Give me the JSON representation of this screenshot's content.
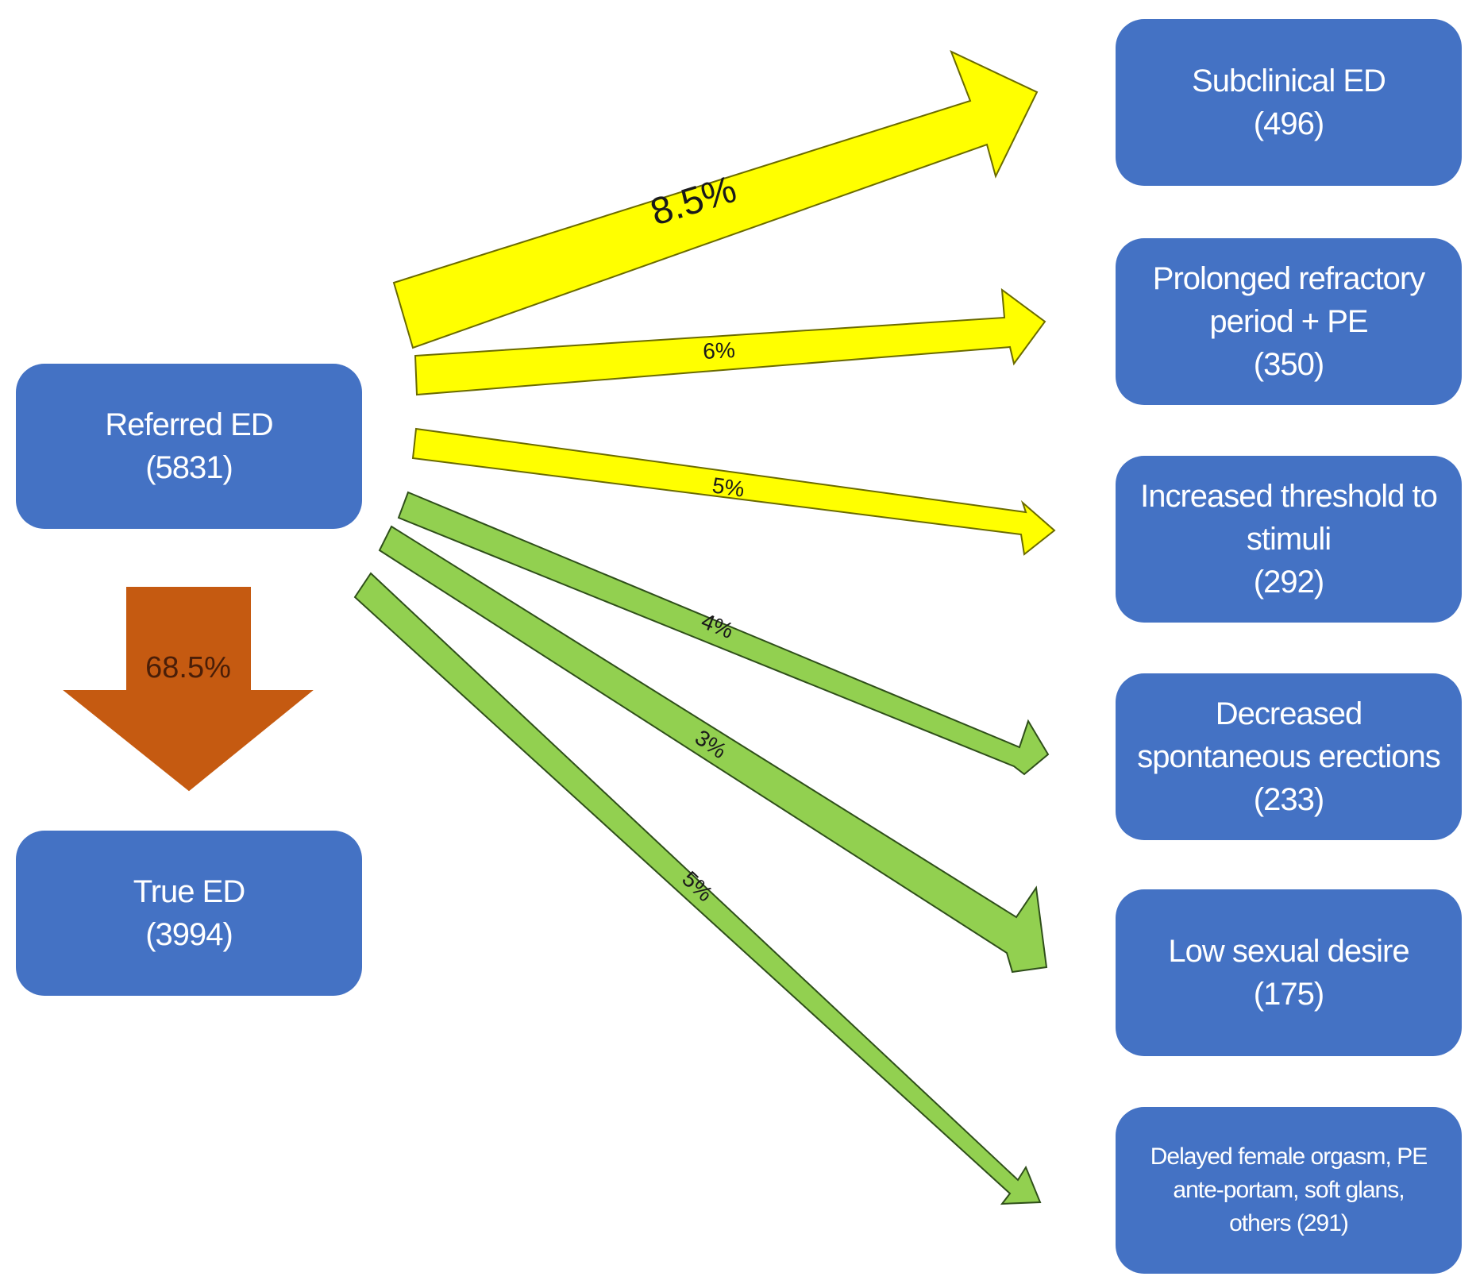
{
  "nodes": {
    "referred": {
      "line1": "Referred ED",
      "line2": "(5831)"
    },
    "true_ed": {
      "line1": "True ED",
      "line2": "(3994)"
    },
    "subclinical": {
      "line1": "Subclinical ED",
      "line2": "(496)"
    },
    "prolonged": {
      "line1": "Prolonged refractory",
      "line2": "period + PE",
      "line3": "(350)"
    },
    "threshold": {
      "line1": "Increased threshold to",
      "line2": "stimuli",
      "line3": "(292)"
    },
    "decreased": {
      "line1": "Decreased",
      "line2": "spontaneous erections",
      "line3": "(233)"
    },
    "low_desire": {
      "line1": "Low sexual desire",
      "line2": "(175)"
    },
    "others": {
      "line1": "Delayed female orgasm, PE",
      "line2": "ante-portam, soft glans,",
      "line3": "others (291)"
    }
  },
  "edges": {
    "true_ed": {
      "label": "68.5%"
    },
    "subclinical": {
      "label": "8.5%"
    },
    "prolonged": {
      "label": "6%"
    },
    "threshold": {
      "label": "5%"
    },
    "decreased": {
      "label": "4%"
    },
    "low_desire": {
      "label": "3%"
    },
    "others": {
      "label": "5%"
    }
  },
  "colors": {
    "box": "#4472C4",
    "arrow_yellow": "#FFFF00",
    "arrow_green": "#92D050",
    "arrow_orange": "#C55A11"
  }
}
